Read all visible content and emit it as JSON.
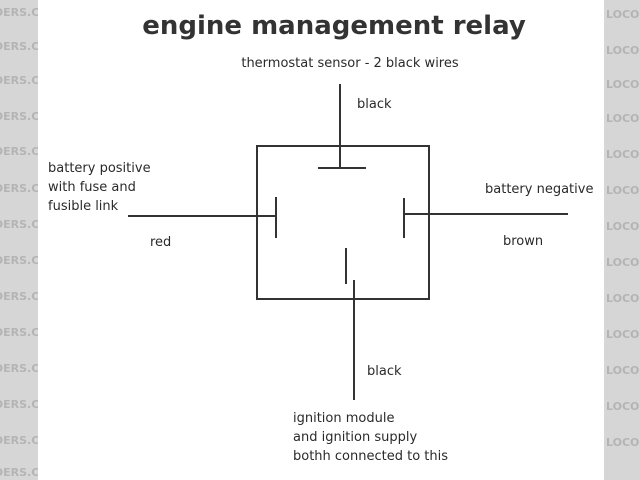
{
  "title": "engine management relay",
  "watermark": {
    "left_text": "DERS.CO.U",
    "right_text": "LOCOST"
  },
  "terminals": {
    "top": {
      "heading": "thermostat sensor - 2 black wires",
      "wire_color": "black"
    },
    "left": {
      "lines": [
        "battery positive",
        "with fuse and",
        "fusible link"
      ],
      "wire_color": "red"
    },
    "right": {
      "heading": "battery negative",
      "wire_color": "brown"
    },
    "bottom": {
      "lines": [
        "ignition module",
        "and ignition supply",
        "bothh connected to this"
      ],
      "wire_color": "black"
    }
  },
  "colors": {
    "line": "#333333",
    "watermark_bg": "#d6d6d6"
  }
}
